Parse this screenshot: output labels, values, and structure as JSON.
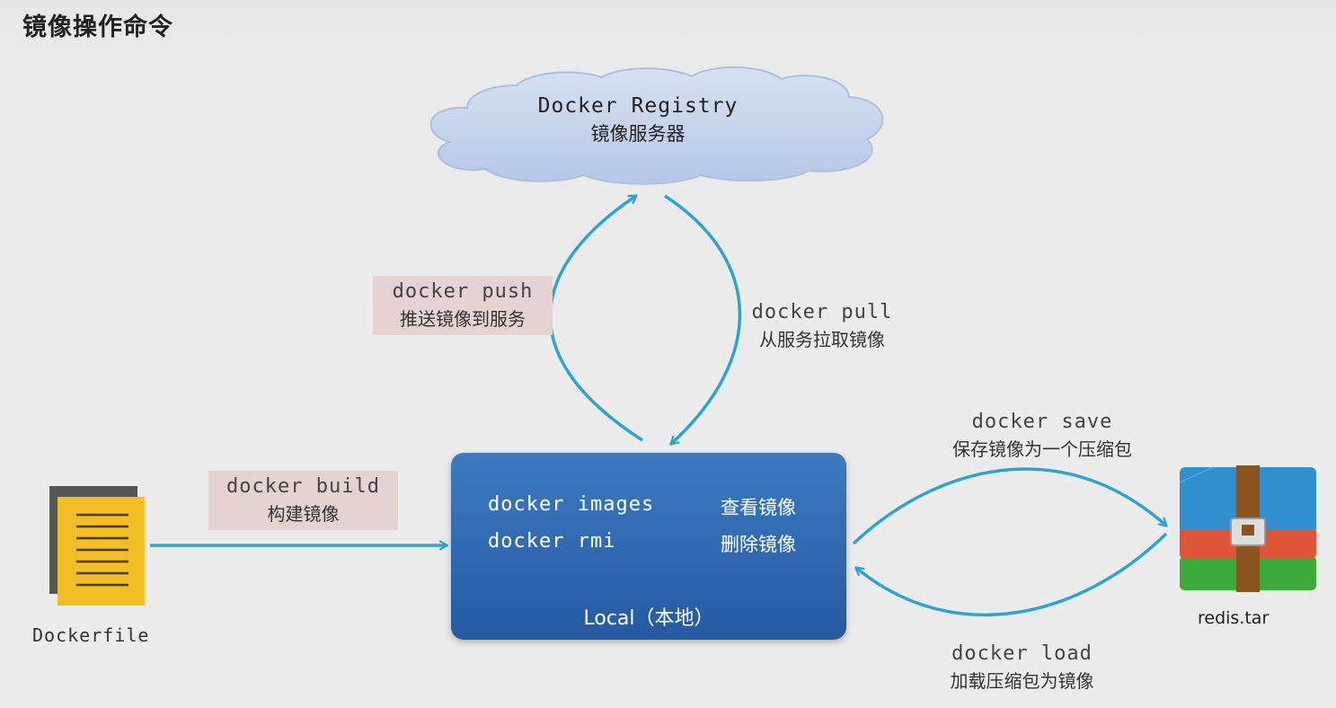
{
  "page": {
    "title": "镜像操作命令"
  },
  "registry": {
    "title": "Docker Registry",
    "subtitle": "镜像服务器"
  },
  "edges": {
    "push": {
      "command": "docker push",
      "description": "推送镜像到服务"
    },
    "pull": {
      "command": "docker pull",
      "description": "从服务拉取镜像"
    },
    "build": {
      "command": "docker build",
      "description": "构建镜像"
    },
    "save": {
      "command": "docker save",
      "description": "保存镜像为一个压缩包"
    },
    "load": {
      "command": "docker load",
      "description": "加载压缩包为镜像"
    }
  },
  "local": {
    "title": "Local（本地）",
    "commands": [
      {
        "command": "docker images",
        "description": "查看镜像"
      },
      {
        "command": "docker rmi",
        "description": "删除镜像"
      }
    ]
  },
  "dockerfile": {
    "label": "Dockerfile"
  },
  "archive": {
    "label": "redis.tar"
  },
  "colors": {
    "arrow": "#2fa3cf",
    "cloud_fill": "#c8d6ee",
    "local_box": "#2f67ae",
    "label_bg": "#e5d3d2",
    "file_front": "#f3bd25",
    "file_back": "#555555"
  }
}
